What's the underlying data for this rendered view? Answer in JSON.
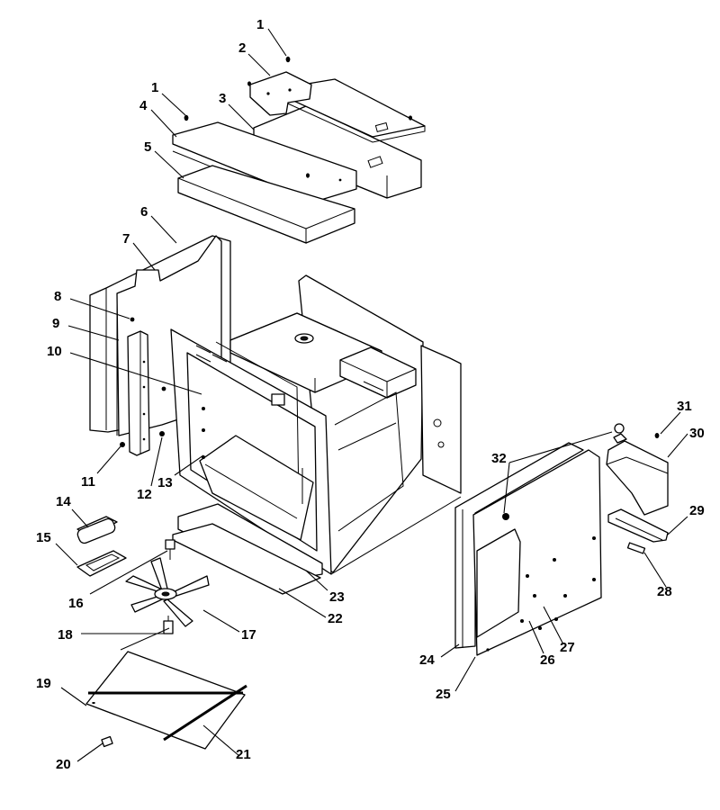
{
  "diagram": {
    "callouts": [
      {
        "id": "1a",
        "text": "1"
      },
      {
        "id": "1b",
        "text": "1"
      },
      {
        "id": "2",
        "text": "2"
      },
      {
        "id": "3",
        "text": "3"
      },
      {
        "id": "4",
        "text": "4"
      },
      {
        "id": "5",
        "text": "5"
      },
      {
        "id": "6",
        "text": "6"
      },
      {
        "id": "7",
        "text": "7"
      },
      {
        "id": "8",
        "text": "8"
      },
      {
        "id": "9",
        "text": "9"
      },
      {
        "id": "10",
        "text": "10"
      },
      {
        "id": "11",
        "text": "11"
      },
      {
        "id": "12",
        "text": "12"
      },
      {
        "id": "13",
        "text": "13"
      },
      {
        "id": "14",
        "text": "14"
      },
      {
        "id": "15",
        "text": "15"
      },
      {
        "id": "16",
        "text": "16"
      },
      {
        "id": "17",
        "text": "17"
      },
      {
        "id": "18",
        "text": "18"
      },
      {
        "id": "19",
        "text": "19"
      },
      {
        "id": "20",
        "text": "20"
      },
      {
        "id": "21",
        "text": "21"
      },
      {
        "id": "22",
        "text": "22"
      },
      {
        "id": "23",
        "text": "23"
      },
      {
        "id": "24",
        "text": "24"
      },
      {
        "id": "25",
        "text": "25"
      },
      {
        "id": "26",
        "text": "26"
      },
      {
        "id": "27",
        "text": "27"
      },
      {
        "id": "28",
        "text": "28"
      },
      {
        "id": "29",
        "text": "29"
      },
      {
        "id": "30",
        "text": "30"
      },
      {
        "id": "31",
        "text": "31"
      },
      {
        "id": "32",
        "text": "32"
      }
    ]
  }
}
